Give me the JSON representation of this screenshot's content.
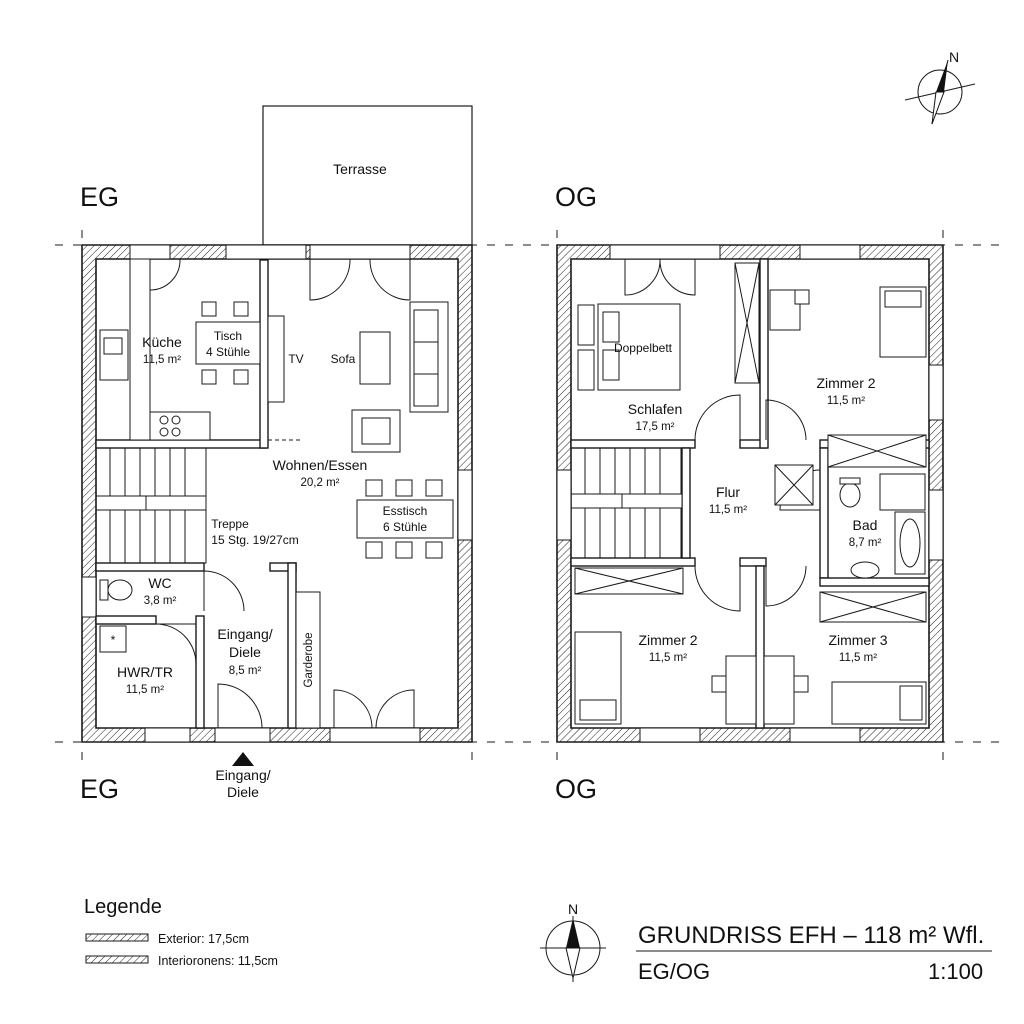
{
  "floors": {
    "eg_label": "EG",
    "og_label": "OG"
  },
  "eg": {
    "terrace": "Terrasse",
    "kitchen_name": "Küche",
    "kitchen_area": "11,5 m²",
    "table_line1": "Tisch",
    "table_line2": "4 Stühle",
    "tv": "TV",
    "sofa": "Sofa",
    "living_name": "Wohnen/Essen",
    "living_area": "20,2 m²",
    "dining_line1": "Esstisch",
    "dining_line2": "6 Stühle",
    "stairs_name": "Treppe",
    "stairs_detail": "15 Stg. 19/27cm",
    "wc_name": "WC",
    "wc_area": "3,8 m²",
    "hwr_name": "HWR/TR",
    "hwr_area": "11,5 m²",
    "entry_line1": "Eingang/",
    "entry_line2": "Diele",
    "entry_area": "8,5 m²",
    "wardrobe": "Garderobe",
    "entrance_line1": "Eingang/",
    "entrance_line2": "Diele"
  },
  "og": {
    "bed": "Doppelbett",
    "sleep_name": "Schlafen",
    "sleep_area": "17,5 m²",
    "room2a_name": "Zimmer 2",
    "room2a_area": "11,5 m²",
    "hall_name": "Flur",
    "hall_area": "11,5 m²",
    "bath_name": "Bad",
    "bath_area": "8,7 m²",
    "room2b_name": "Zimmer 2",
    "room2b_area": "11,5 m²",
    "room3_name": "Zimmer 3",
    "room3_area": "11,5 m²"
  },
  "north": "N",
  "legend": {
    "title": "Legende",
    "exterior": "Exterior: 17,5cm",
    "interior": "Interioronens: 11,5cm"
  },
  "title_block": {
    "title": "GRUNDRISS EFH – 118 m² Wfl.",
    "floors": "EG/OG",
    "scale": "1:100"
  }
}
